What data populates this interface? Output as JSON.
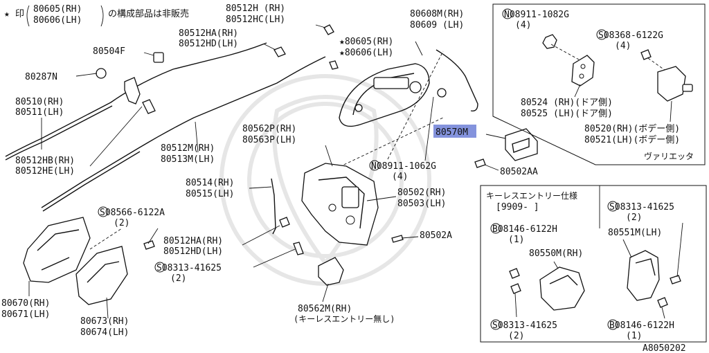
{
  "note": {
    "star": "★",
    "prefix": "印",
    "line1": "80605(RH)",
    "line2": "80606(LH)",
    "suffix": "の構成部品は非販売"
  },
  "labels": {
    "p80512H": "80512H (RH)",
    "p80512HC": "80512HC(LH)",
    "p80512HA_top": "80512HA(RH)",
    "p80512HD_top": "80512HD(LH)",
    "p80504F": "80504F",
    "p80287N": "80287N",
    "p80510": "80510(RH)",
    "p80511": "80511(LH)",
    "p80512HB": "80512HB(RH)",
    "p80512HE": "80512HE(LH)",
    "p80512M": "80512M(RH)",
    "p80513M": "80513M(LH)",
    "p80608M": "80608M(RH)",
    "p80609": "80609 (LH)",
    "p80605": "★80605(RH)",
    "p80606": "★80606(LH)",
    "p80562P": "80562P(RH)",
    "p80563P": "80563P(LH)",
    "p80570M": "80570M",
    "p08911_mid": "N08911-1062G",
    "p08911_mid_qty": "(4)",
    "p80502AA": "80502AA",
    "p80514": "80514(RH)",
    "p80515": "80515(LH)",
    "p80502": "80502(RH)",
    "p80503": "80503(LH)",
    "p08566": "S08566-6122A",
    "p08566_qty": "(2)",
    "p80502A": "80502A",
    "p80512HA_bot": "80512HA(RH)",
    "p80512HD_bot": "80512HD(LH)",
    "p08313_mid": "S08313-41625",
    "p08313_mid_qty": "(2)",
    "p80562M": "80562M(RH)",
    "p80562M_note": "(キーレスエントリー無し)",
    "p80670": "80670(RH)",
    "p80671": "80671(LH)",
    "p80673": "80673(RH)",
    "p80674": "80674(LH)"
  },
  "inset_top": {
    "p08911": "N08911-1082G",
    "p08911_qty": "(4)",
    "p08368": "S08368-6122G",
    "p08368_qty": "(4)",
    "p80524": "80524 (RH)(ドア側)",
    "p80525": "80525 (LH)(ドア側)",
    "p80520": "80520(RH)(ボデー側)",
    "p80521": "80521(LH)(ボデー側)",
    "variant": "ヴァリエッタ"
  },
  "inset_bottom": {
    "title": "キーレスエントリー仕様",
    "date": "[9909-    ]",
    "p08146_a": "B08146-6122H",
    "p08146_a_qty": "(1)",
    "p80550M": "80550M(RH)",
    "p08313_a": "S08313-41625",
    "p08313_a_qty": "(2)",
    "p08313_b": "S08313-41625",
    "p08313_b_qty": "(2)",
    "p80551M": "80551M(LH)",
    "p08146_b": "B08146-6122H",
    "p08146_b_qty": "(1)"
  },
  "figure_id": "A8050202",
  "highlight_color": "#5b6fd1"
}
